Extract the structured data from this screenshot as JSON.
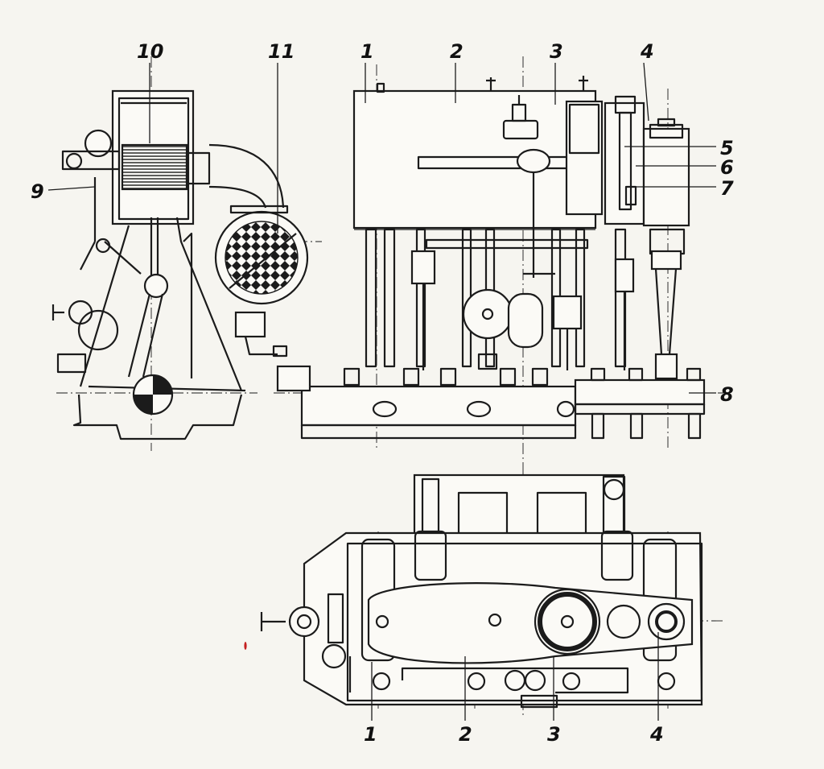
{
  "labels": {
    "side_top_10": "10",
    "side_top_11": "11",
    "side_left_9": "9",
    "front_top_1": "1",
    "front_top_2": "2",
    "front_top_3": "3",
    "front_top_4": "4",
    "front_right_5": "5",
    "front_right_6": "6",
    "front_right_7": "7",
    "front_right_8": "8",
    "plan_bottom_1": "1",
    "plan_bottom_2": "2",
    "plan_bottom_3": "3",
    "plan_bottom_4": "4"
  },
  "colors": {
    "ink": "#1b1b1b",
    "paper": "#f6f5f0"
  }
}
